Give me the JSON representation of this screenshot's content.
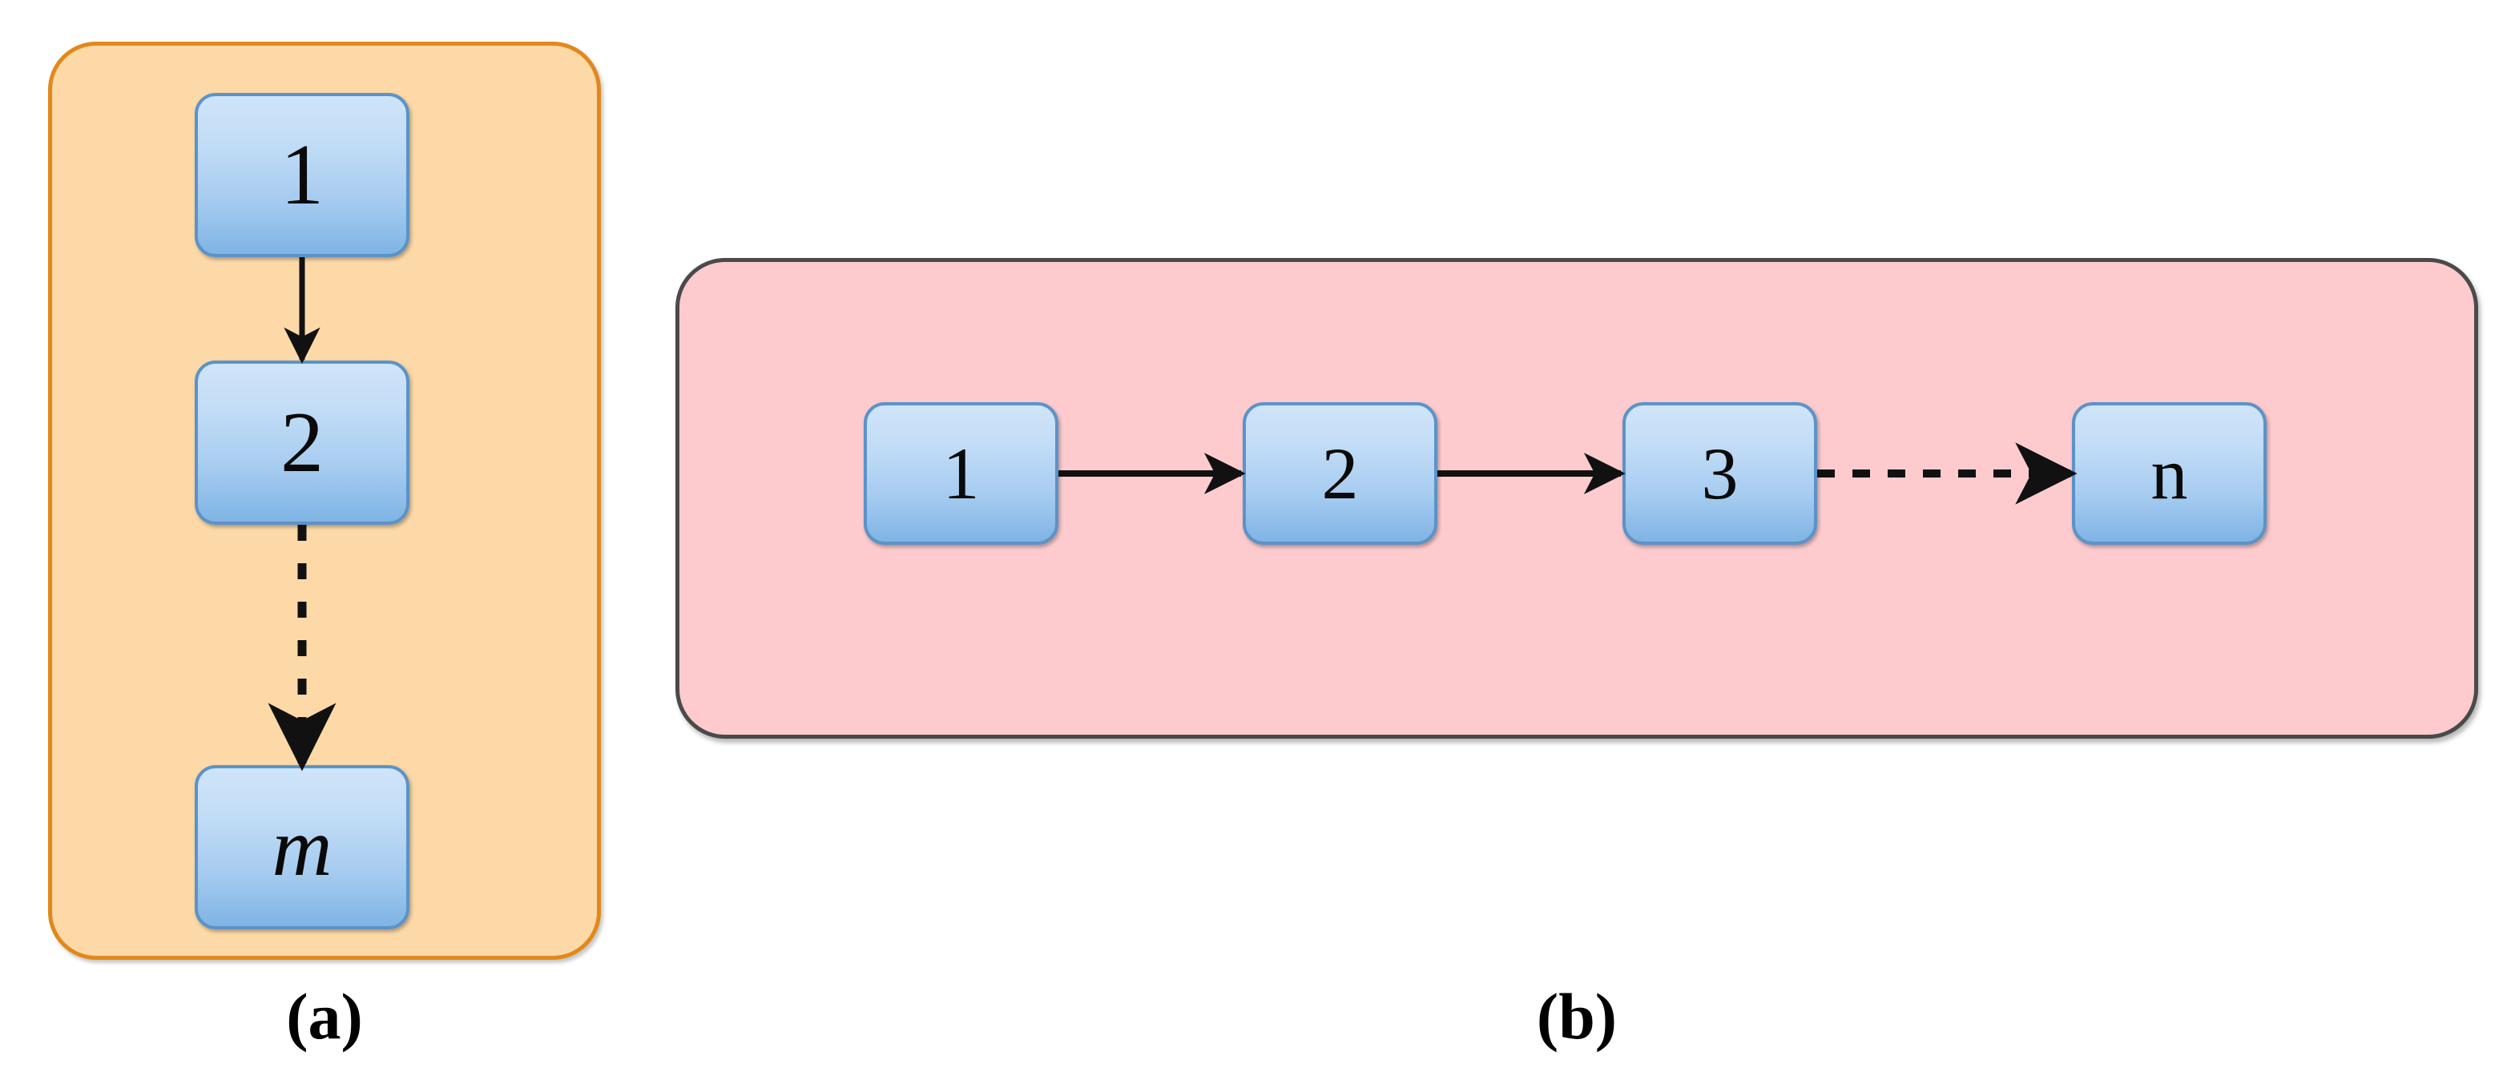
{
  "figure": {
    "type": "diagram",
    "description": "Two-panel schematic of chained node sequences",
    "background_color": "#ffffff"
  },
  "panels": [
    {
      "id": "a",
      "caption": "(a)",
      "orientation": "vertical",
      "fill_color": "#FDD9A8",
      "border_color": "#E2881B",
      "nodes": [
        {
          "label": "1",
          "style": "upright"
        },
        {
          "label": "2",
          "style": "upright"
        },
        {
          "label": "m",
          "style": "italic"
        }
      ],
      "connectors": [
        {
          "from": "1",
          "to": "2",
          "line": "solid",
          "direction": "down"
        },
        {
          "from": "2",
          "to": "m",
          "line": "dashed",
          "direction": "down"
        }
      ]
    },
    {
      "id": "b",
      "caption": "(b)",
      "orientation": "horizontal",
      "fill_color": "#FDCBCE",
      "border_color": "#4A4A4A",
      "nodes": [
        {
          "label": "1",
          "style": "upright"
        },
        {
          "label": "2",
          "style": "upright"
        },
        {
          "label": "3",
          "style": "upright"
        },
        {
          "label": "n",
          "style": "upright"
        }
      ],
      "connectors": [
        {
          "from": "1",
          "to": "2",
          "line": "solid",
          "direction": "right"
        },
        {
          "from": "2",
          "to": "3",
          "line": "solid",
          "direction": "right"
        },
        {
          "from": "3",
          "to": "n",
          "line": "dashed",
          "direction": "right"
        }
      ]
    }
  ],
  "node_style": {
    "fill_top_color": "#CFE4F8",
    "fill_bottom_color": "#7FB4E4",
    "border_color": "#5B93C9",
    "text_color": "#0A0A0A"
  },
  "arrow_style": {
    "color": "#111111",
    "solid_label": "solid",
    "dashed_label": "dashed"
  }
}
